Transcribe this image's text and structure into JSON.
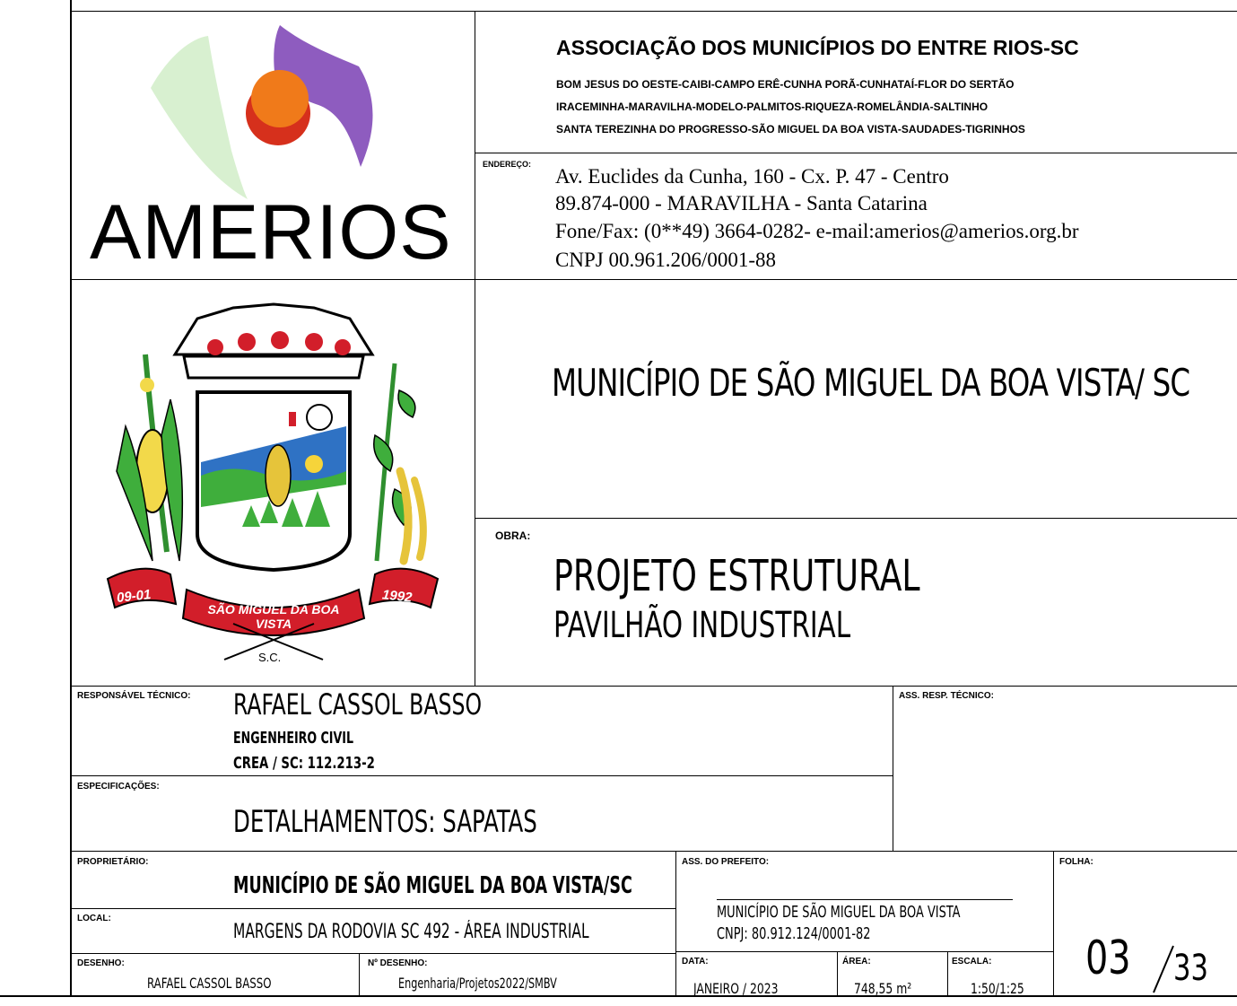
{
  "header": {
    "logo_text": "AMERIOS",
    "association_name": "ASSOCIAÇÃO DOS MUNICÍPIOS DO ENTRE RIOS-SC",
    "members_line1": "BOM JESUS DO OESTE-CAIBI-CAMPO ERÊ-CUNHA PORÃ-CUNHATAÍ-FLOR DO SERTÃO",
    "members_line2": "IRACEMINHA-MARAVILHA-MODELO-PALMITOS-RIQUEZA-ROMELÂNDIA-SALTINHO",
    "members_line3": "SANTA TEREZINHA DO PROGRESSO-SÃO MIGUEL DA BOA VISTA-SAUDADES-TIGRINHOS",
    "address_label": "ENDEREÇO:",
    "address_line1": "Av. Euclides da Cunha, 160 - Cx. P. 47 - Centro",
    "address_line2": "89.874-000 - MARAVILHA - Santa Catarina",
    "address_line3": "Fone/Fax: (0**49) 3664-0282- e-mail:amerios@amerios.org.br",
    "address_line4": "CNPJ 00.961.206/0001-88"
  },
  "municipality": {
    "title": "MUNICÍPIO DE SÃO MIGUEL DA BOA VISTA/ SC",
    "coat_ribbon_left": "09-01",
    "coat_ribbon_center": "SÃO MIGUEL DA BOA VISTA",
    "coat_ribbon_right": "1992",
    "coat_state": "S.C."
  },
  "project": {
    "obra_label": "OBRA:",
    "title": "PROJETO  ESTRUTURAL",
    "subtitle": "PAVILHÃO  INDUSTRIAL"
  },
  "responsible": {
    "label": "RESPONSÁVEL TÉCNICO:",
    "name": "RAFAEL  CASSOL  BASSO",
    "profession": "ENGENHEIRO  CIVIL",
    "crea": "CREA  /  SC:  112.213-2",
    "signature_label": "ASS. RESP. TÉCNICO:"
  },
  "specifications": {
    "label": "ESPECIFICAÇÕES:",
    "value": "DETALHAMENTOS:  SAPATAS"
  },
  "owner": {
    "label": "PROPRIETÁRIO:",
    "value": "MUNICÍPIO  DE  SÃO  MIGUEL  DA  BOA  VISTA/SC"
  },
  "mayor_signature": {
    "label": "ASS. DO PREFEITO:",
    "line1": "MUNICÍPIO  DE  SÃO  MIGUEL  DA  BOA  VISTA",
    "line2": "CNPJ:  80.912.124/0001-82"
  },
  "location": {
    "label": "LOCAL:",
    "value": "MARGENS  DA  RODOVIA  SC  492  -  ÁREA  INDUSTRIAL"
  },
  "drawing": {
    "label": "DESENHO:",
    "value": "RAFAEL  CASSOL  BASSO"
  },
  "drawing_number": {
    "label": "Nº DESENHO:",
    "value": "Engenharia/Projetos2022/SMBV"
  },
  "date": {
    "label": "DATA:",
    "value": "JANEIRO  /  2023"
  },
  "area": {
    "label": "ÁREA:",
    "value": "748,55  m²"
  },
  "scale": {
    "label": "ESCALA:",
    "value": "1:50/1:25"
  },
  "sheet": {
    "label": "FOLHA:",
    "number": "03",
    "total": "33"
  },
  "colors": {
    "logo_green": "#d8f0d0",
    "logo_purple": "#8e5cbf",
    "logo_orange": "#f07a1a",
    "logo_red": "#d6301c",
    "ribbon_red": "#d21e2a",
    "shield_blue": "#2f72c4"
  }
}
